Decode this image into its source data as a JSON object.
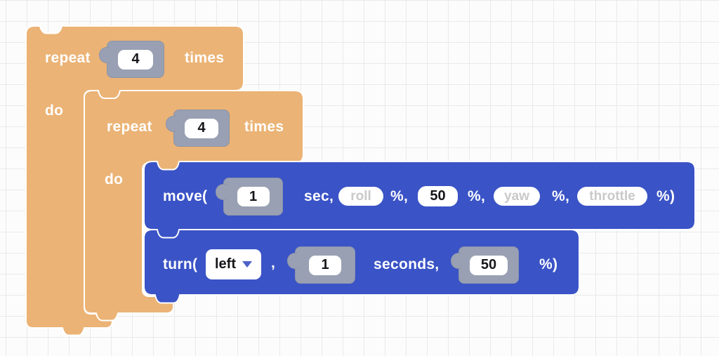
{
  "workspace": {
    "outer_repeat": {
      "repeat_label": "repeat",
      "count": "4",
      "times_label": "times",
      "do_label": "do"
    },
    "inner_repeat": {
      "repeat_label": "repeat",
      "count": "4",
      "times_label": "times",
      "do_label": "do"
    },
    "move": {
      "fn_label": "move(",
      "duration": "1",
      "sec_label": "sec,",
      "roll_placeholder": "roll",
      "pct1": "%,",
      "pitch_value": "50",
      "pct2": "%,",
      "yaw_placeholder": "yaw",
      "pct3": "%,",
      "throttle_placeholder": "throttle",
      "close_label": "%)"
    },
    "turn": {
      "fn_label": "turn(",
      "direction": "left",
      "comma": ",",
      "duration": "1",
      "seconds_label": "seconds,",
      "power": "50",
      "close_label": "%)"
    }
  },
  "colors": {
    "block_orange": "#EBB375",
    "block_blue": "#3A53C6",
    "chip_gray": "#99A0B3",
    "placeholder_gray": "#C9C9C9",
    "dropdown_arrow_blue": "#4D62C9",
    "grid_line": "#EAEAEA",
    "canvas_bg": "#FCFCFC"
  }
}
